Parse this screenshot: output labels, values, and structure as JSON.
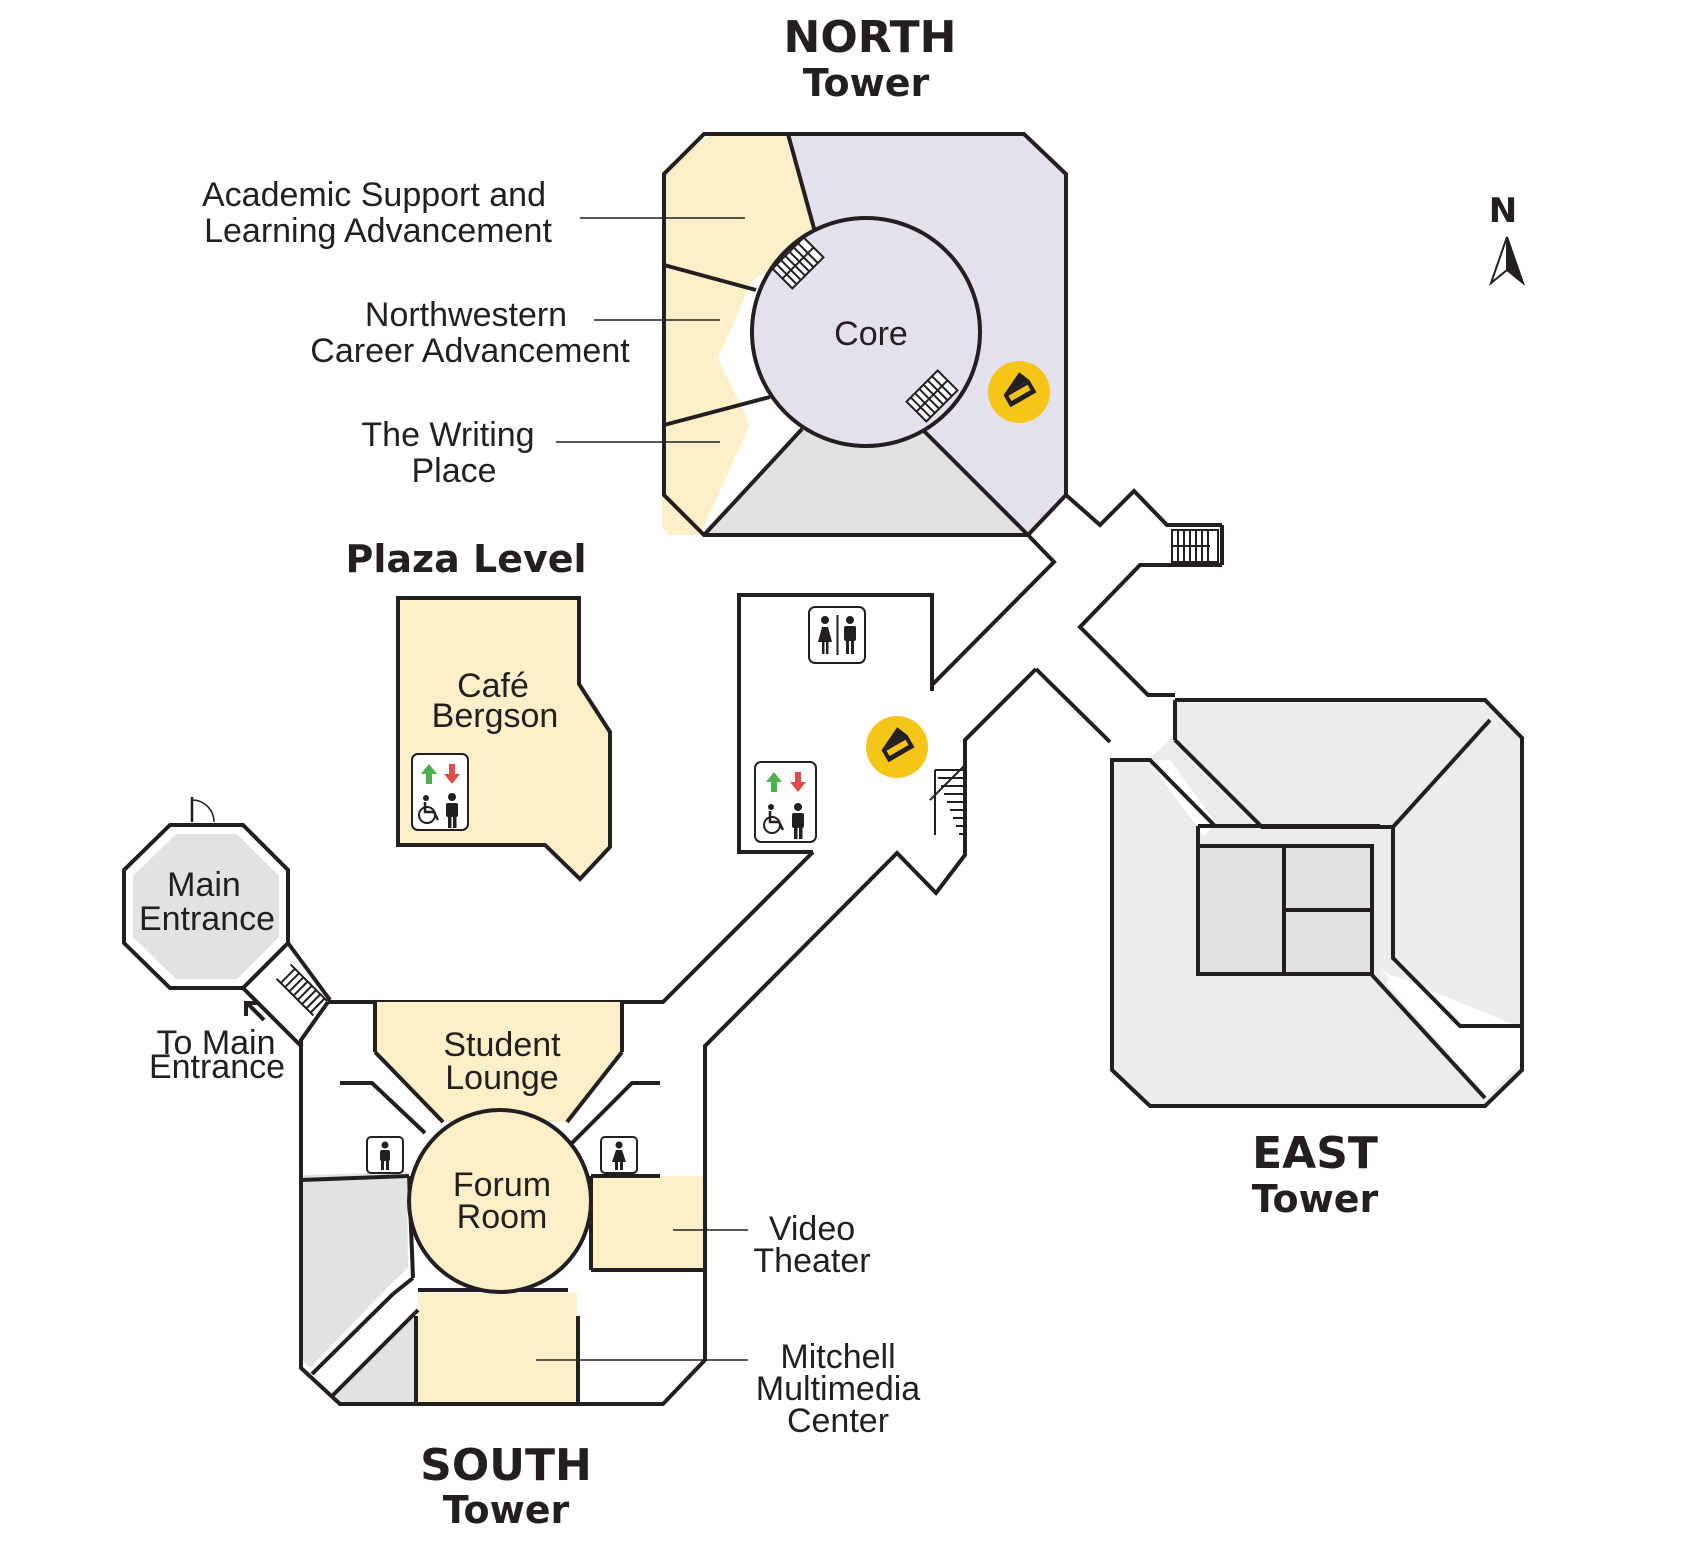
{
  "map": {
    "title": "Plaza Level",
    "compass": "N",
    "towers": {
      "north": {
        "line1": "NORTH",
        "line2": "Tower"
      },
      "east": {
        "line1": "EAST",
        "line2": "Tower"
      },
      "south": {
        "line1": "SOUTH",
        "line2": "Tower"
      }
    },
    "rooms": {
      "core": "Core",
      "cafe_line1": "Café",
      "cafe_line2": "Bergson",
      "main_entrance_line1": "Main",
      "main_entrance_line2": "Entrance",
      "student_lounge_line1": "Student",
      "student_lounge_line2": "Lounge",
      "forum_line1": "Forum",
      "forum_line2": "Room"
    },
    "callouts": {
      "academic_line1": "Academic Support and",
      "academic_line2": "Learning Advancement",
      "career_line1": "Northwestern",
      "career_line2": "Career Advancement",
      "writing_line1": "The Writing",
      "writing_line2": "Place",
      "video_line1": "Video",
      "video_line2": "Theater",
      "mitchell_line1": "Mitchell",
      "mitchell_line2": "Multimedia",
      "mitchell_line3": "Center",
      "to_main_line1": "To Main",
      "to_main_line2": "Entrance"
    },
    "icons": [
      "scanner-icon",
      "restroom-icon",
      "elevator-icon",
      "accessible-icon",
      "stairs-icon",
      "north-arrow-icon"
    ],
    "colors": {
      "yellow_room": "#fdf0c8",
      "purple_room": "#e4e0ec",
      "gray_room": "#e1e2e1",
      "light_gray": "#ecedeb",
      "scanner_badge": "#f5c518",
      "arrow_up": "#4caf50",
      "arrow_down": "#e0504a"
    }
  }
}
